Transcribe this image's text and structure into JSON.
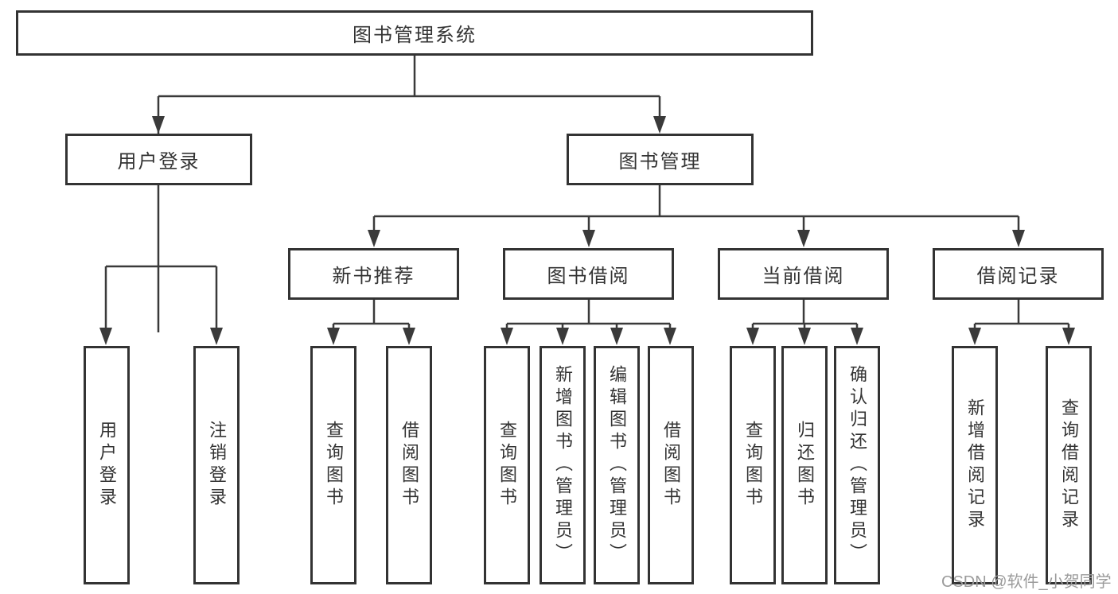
{
  "tree": {
    "root": {
      "label": "图书管理系统"
    },
    "l2": [
      {
        "label": "用户登录",
        "leaves": [
          "用户登录",
          "注销登录"
        ]
      },
      {
        "label": "图书管理",
        "groups": [
          {
            "label": "新书推荐",
            "leaves": [
              "查询图书",
              "借阅图书"
            ]
          },
          {
            "label": "图书借阅",
            "leaves": [
              "查询图书",
              "新增图书（管理员）",
              "编辑图书（管理员）",
              "借阅图书"
            ]
          },
          {
            "label": "当前借阅",
            "leaves": [
              "查询图书",
              "归还图书",
              "确认归还（管理员）"
            ]
          },
          {
            "label": "借阅记录",
            "leaves": [
              "新增借阅记录",
              "查询借阅记录"
            ]
          }
        ]
      }
    ]
  },
  "watermark": {
    "text": "CSDN @软件_小贺同学"
  },
  "colors": {
    "line": "#3a3a3a",
    "box_border": "#333333",
    "text": "#333333",
    "watermark_text": "#9b9b9b",
    "background": "#ffffff"
  }
}
